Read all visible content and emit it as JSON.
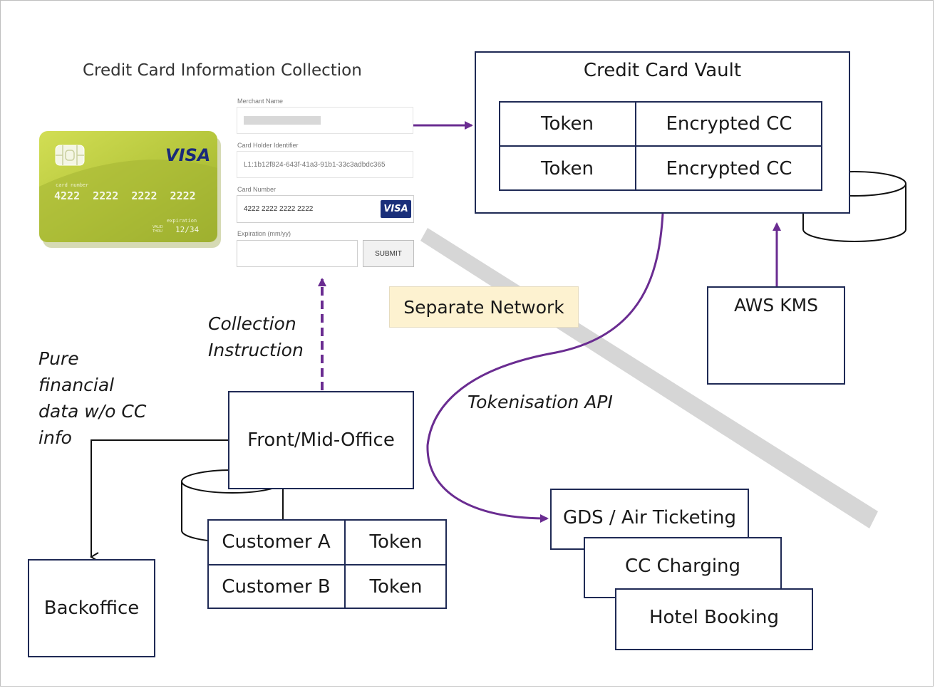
{
  "collection": {
    "title": "Credit Card Information Collection",
    "card": {
      "brand": "VISA",
      "number_caption": "card number",
      "number": "4222  2222  2222  2222",
      "expiry_caption": "expiration",
      "valid_caption": "VALID THRU",
      "expiry": "12/34"
    },
    "form": {
      "merchant_label": "Merchant Name",
      "holder_label": "Card Holder Identifier",
      "holder_value": "L1:1b12f824-643f-41a3-91b1-33c3adbdc365",
      "number_label": "Card Number",
      "number_value": "4222 2222 2222 2222",
      "number_brand": "VISA",
      "expiry_label": "Expiration (mm/yy)",
      "submit_label": "SUBMIT"
    }
  },
  "vault": {
    "title": "Credit Card Vault",
    "rows": [
      {
        "token": "Token",
        "value": "Encrypted CC"
      },
      {
        "token": "Token",
        "value": "Encrypted CC"
      }
    ]
  },
  "separate_network": "Separate Network",
  "kms": {
    "title": "AWS KMS",
    "icon": "key-icon"
  },
  "collection_instruction": [
    "Collection",
    "Instruction"
  ],
  "financial_note": [
    "Pure",
    "financial",
    "data w/o CC",
    "info"
  ],
  "front_office": "Front/Mid-Office",
  "customers": [
    {
      "name": "Customer A",
      "token": "Token"
    },
    {
      "name": "Customer B",
      "token": "Token"
    }
  ],
  "backoffice": "Backoffice",
  "tokenisation_api": "Tokenisation API",
  "consumers": [
    "GDS / Air Ticketing",
    "CC Charging",
    "Hotel Booking"
  ],
  "colors": {
    "box_border": "#1f2a55",
    "purple_arrow": "#6a2c91",
    "card_green": "#b3c43a",
    "separate_network_fill": "#fdf2d0",
    "network_band": "#d6d6d6"
  }
}
